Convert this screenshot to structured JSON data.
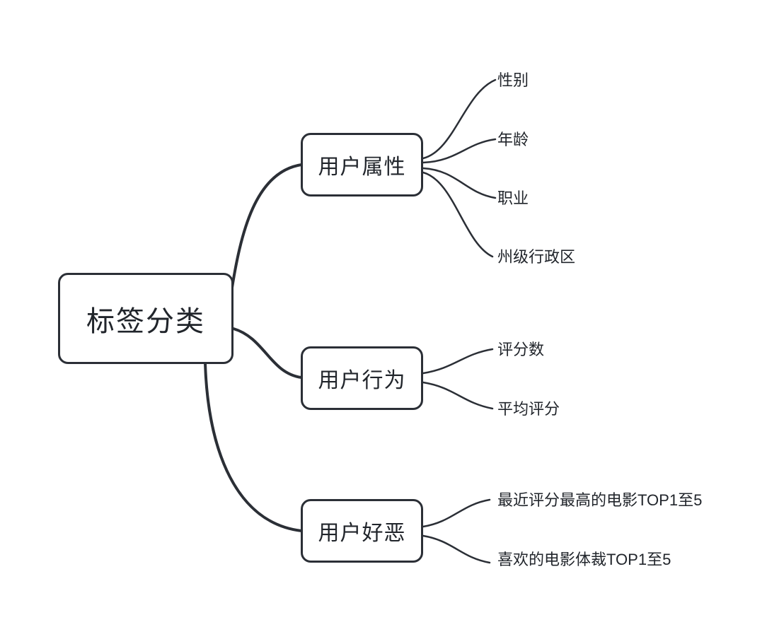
{
  "diagram": {
    "type": "mindmap",
    "colors": {
      "stroke": "#2b2f36",
      "text": "#21252b",
      "background": "#ffffff"
    },
    "root": {
      "label": "标签分类"
    },
    "branches": [
      {
        "label": "用户属性",
        "children": [
          "性别",
          "年龄",
          "职业",
          "州级行政区"
        ]
      },
      {
        "label": "用户行为",
        "children": [
          "评分数",
          "平均评分"
        ]
      },
      {
        "label": "用户好恶",
        "children": [
          "最近评分最高的电影TOP1至5",
          "喜欢的电影体裁TOP1至5"
        ]
      }
    ]
  }
}
